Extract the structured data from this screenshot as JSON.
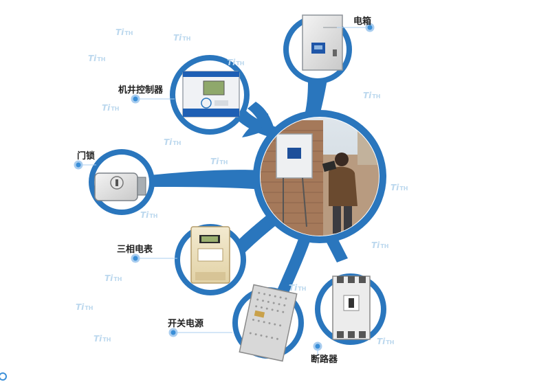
{
  "nodes": {
    "electric_box": {
      "label": "电箱"
    },
    "well_controller": {
      "label": "机井控制器"
    },
    "door_lock": {
      "label": "门锁"
    },
    "three_phase_meter": {
      "label": "三相电表"
    },
    "switching_power": {
      "label": "开关电源"
    },
    "circuit_breaker": {
      "label": "断路器"
    }
  },
  "watermark": {
    "mark": "Ti",
    "text": "TH"
  },
  "colors": {
    "network_blue": "#2a76bd",
    "dot_blue": "#3b8fd8",
    "dot_ring": "#a9cdef"
  }
}
